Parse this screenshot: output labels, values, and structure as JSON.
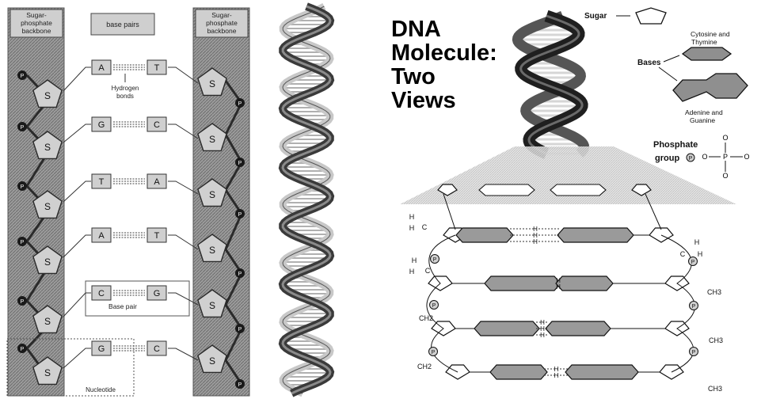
{
  "panel1": {
    "backbone_left": [
      "Sugar-",
      "phosphate",
      "backbone"
    ],
    "backbone_right": [
      "Sugar-",
      "phosphate",
      "backbone"
    ],
    "base_pairs_header": "base pairs",
    "pairs": [
      {
        "left": "A",
        "right": "T"
      },
      {
        "left": "G",
        "right": "C"
      },
      {
        "left": "T",
        "right": "A"
      },
      {
        "left": "A",
        "right": "T"
      },
      {
        "left": "C",
        "right": "G"
      },
      {
        "left": "G",
        "right": "C"
      }
    ],
    "sugar_label": "S",
    "phosphate_label": "P",
    "hydrogen_bonds": [
      "Hydrogen",
      "bonds"
    ],
    "base_pair_label": "Base pair",
    "nucleotide_label": "Nucleotide"
  },
  "title_lines": [
    "DNA",
    "Molecule:",
    "Two",
    "Views"
  ],
  "legend": {
    "sugar": "Sugar",
    "bases": "Bases",
    "cytosine_thymine": [
      "Cytosine and",
      "Thymine"
    ],
    "adenine_guanine": [
      "Adenine and",
      "Guanine"
    ],
    "phosphate_group": [
      "Phosphate",
      "group"
    ],
    "phosphate_letter": "P"
  },
  "molecule": {
    "hydrogen": "H",
    "carbon_h": "C",
    "ch2": "CH2",
    "ch3": "CH3",
    "phosphate": "P",
    "oxygen": "O"
  },
  "colors": {
    "backbone": "#8c8c8c",
    "backbone_dark": "#333333",
    "box": "#d9d9d9",
    "helix_dark": "#3a3a3a",
    "helix_light": "#c8c8c8",
    "base_fill": "#9a9a9a"
  }
}
